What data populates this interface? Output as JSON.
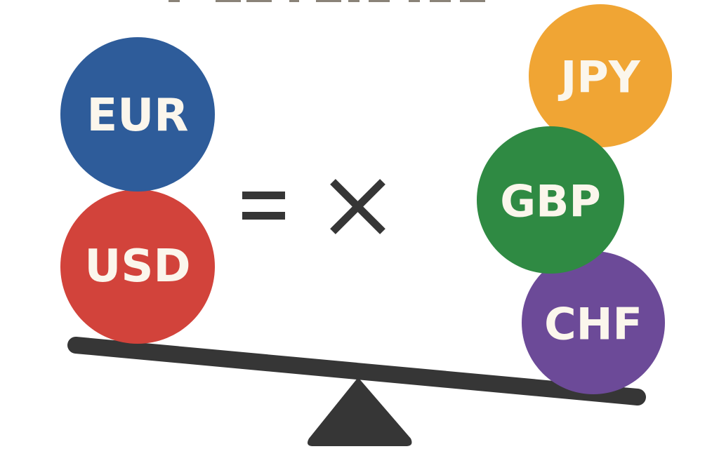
{
  "colors": {
    "eur": "#2e5c9a",
    "usd": "#d2433b",
    "jpy": "#f0a534",
    "gbp": "#2f8a43",
    "chf": "#6c4a98",
    "ink": "#363636",
    "label": "#fbf6ec"
  },
  "left_side": {
    "currencies": [
      "EUR",
      "USD"
    ]
  },
  "operators": {
    "equals": "=",
    "times": "×"
  },
  "right_side": {
    "currencies": [
      "JPY",
      "GBP",
      "CHF"
    ]
  }
}
